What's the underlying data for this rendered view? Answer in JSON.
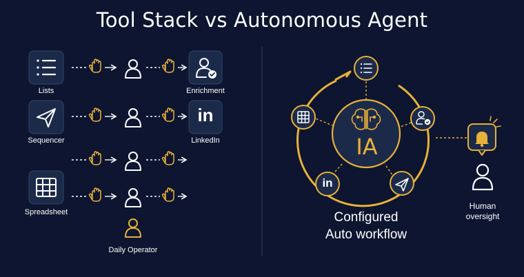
{
  "title": "Tool Stack vs Autonomous Agent",
  "left": {
    "tools": {
      "lists": "Lists",
      "enrichment": "Enrichment",
      "sequencer": "Sequencer",
      "linkedin": "LinkedIn",
      "spreadsheet": "Spreadsheet",
      "operator": "Daily Operator"
    }
  },
  "right": {
    "center_label": "IA",
    "linkedin_text": "in",
    "caption_line1": "Configured",
    "caption_line2": "Auto workflow",
    "human_line1": "Human",
    "human_line2": "oversight"
  },
  "colors": {
    "background": "#0d1530",
    "tile": "#1c2a4a",
    "accent": "#e8b23a",
    "white": "#ffffff"
  }
}
